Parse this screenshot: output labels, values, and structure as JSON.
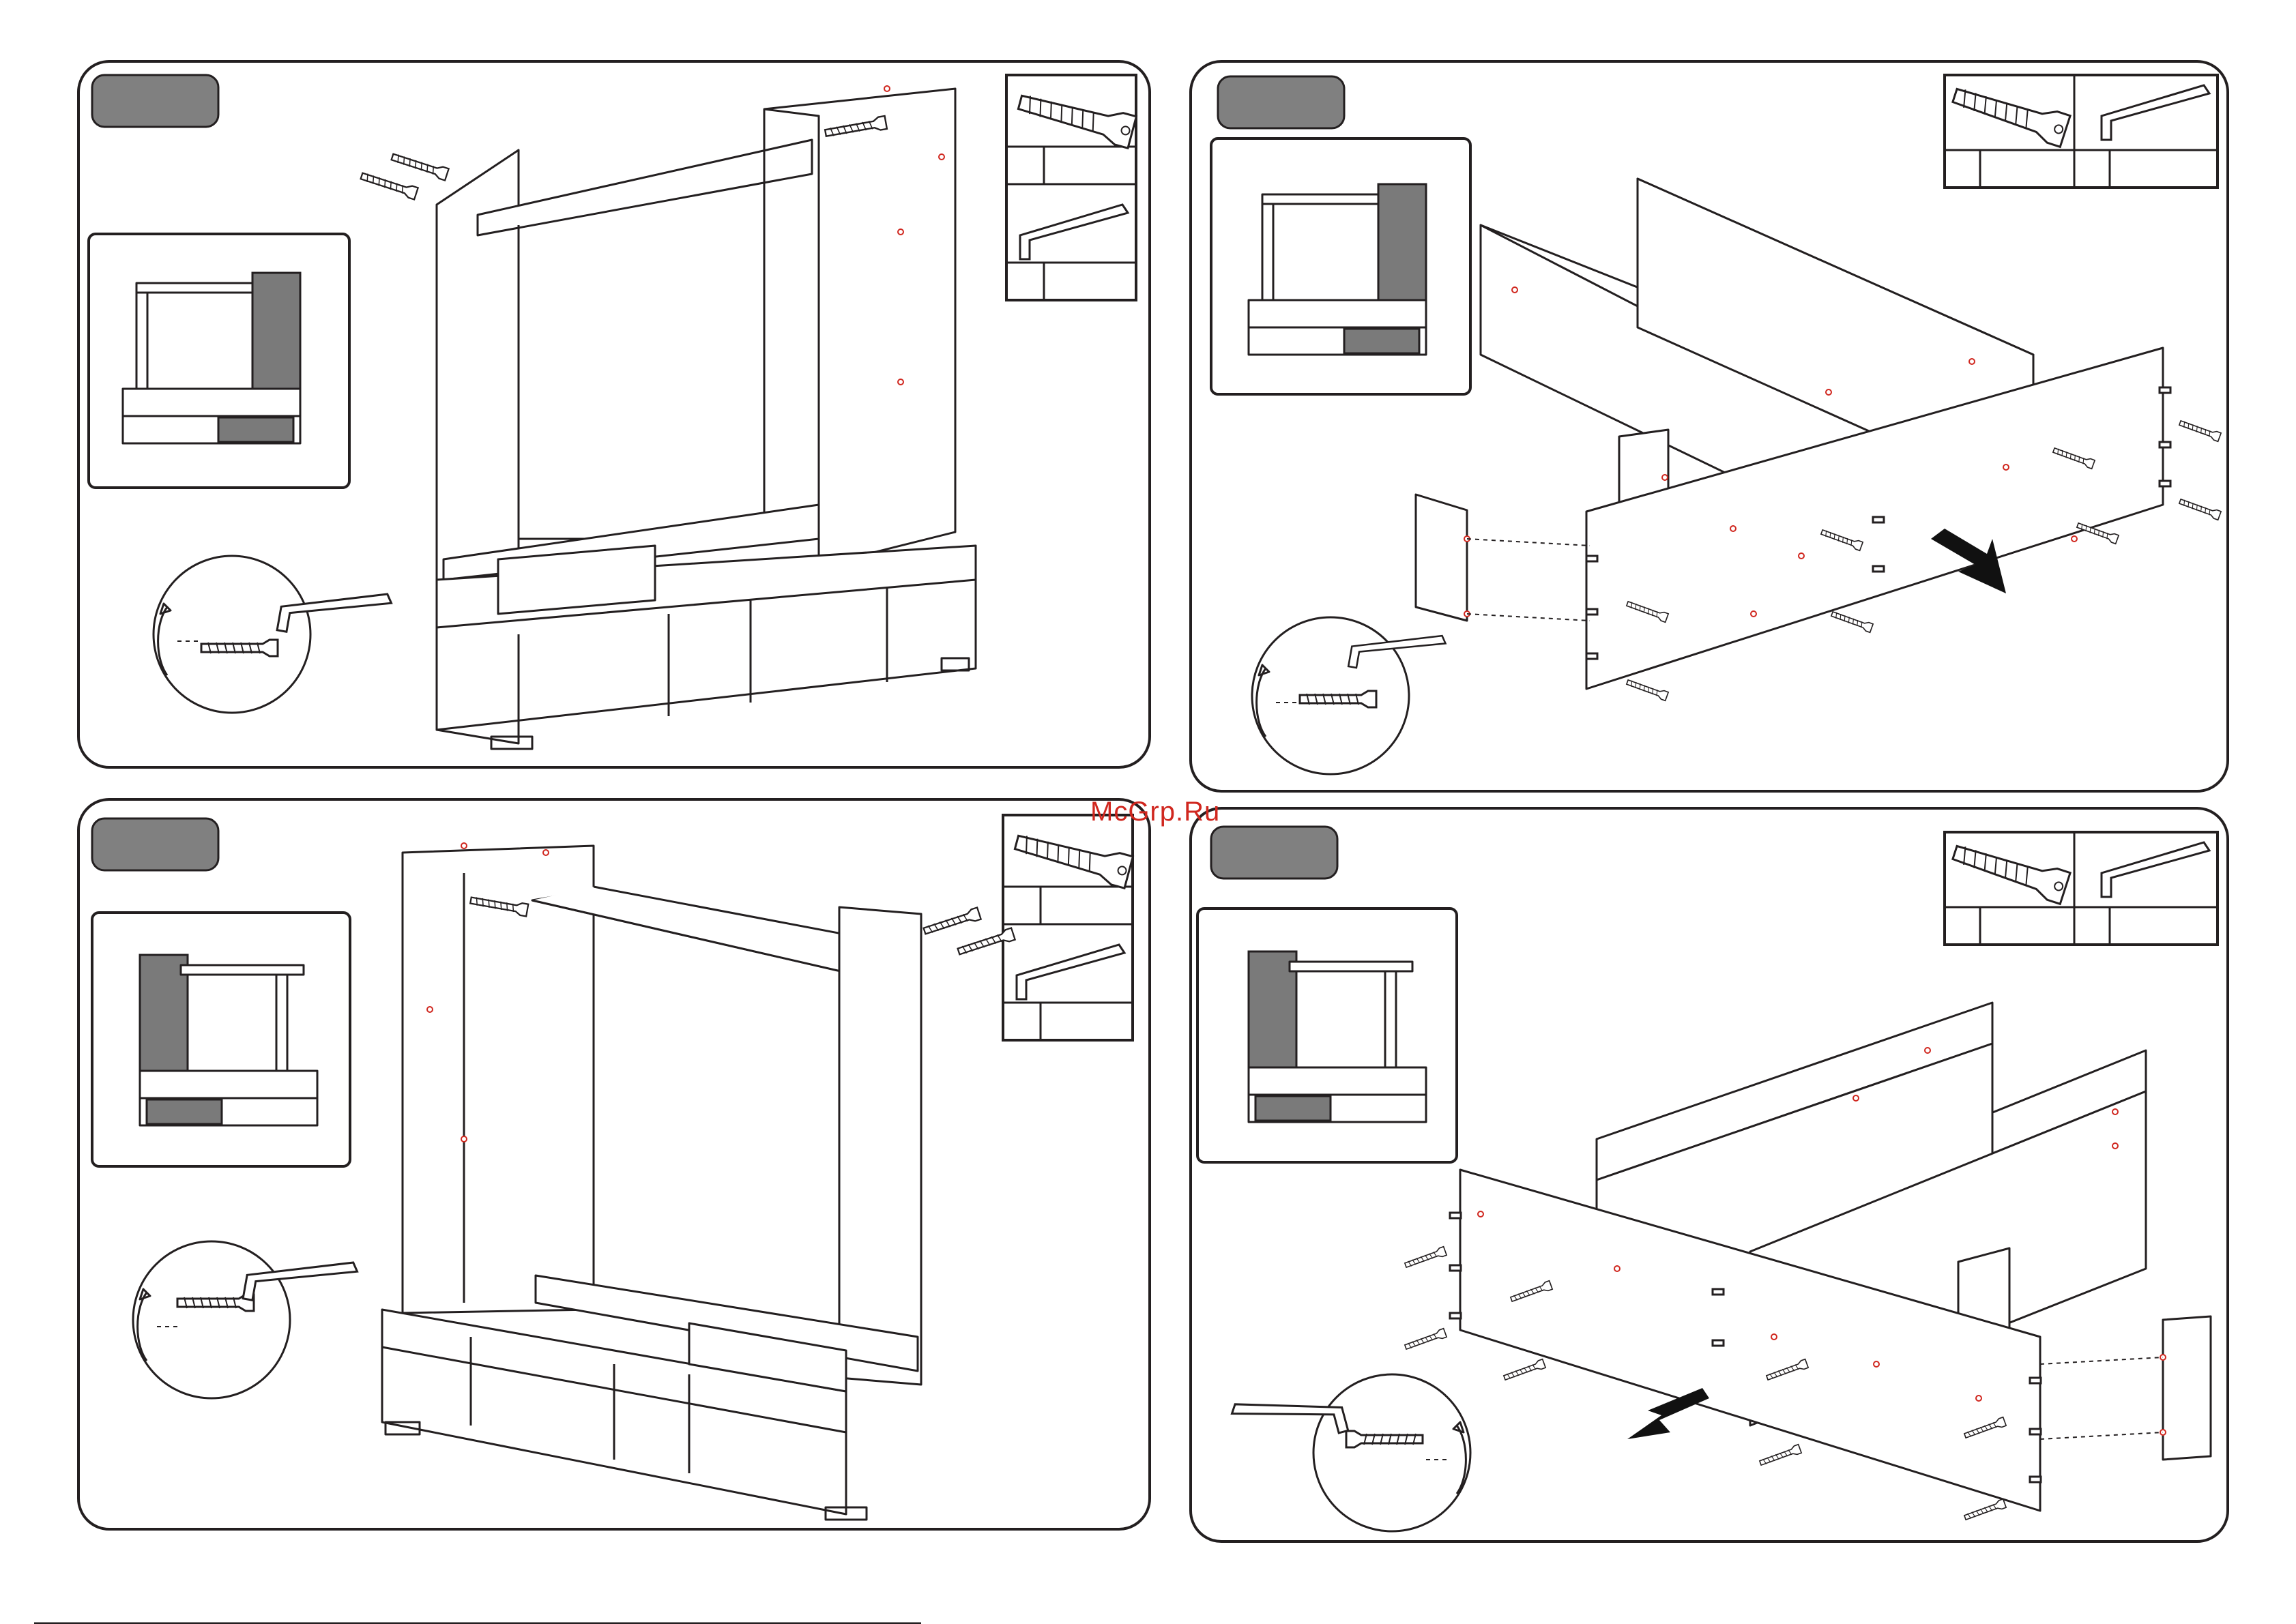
{
  "watermark": "McGrp.Ru",
  "steps": [
    {
      "id": "step-1",
      "badge": ""
    },
    {
      "id": "step-2",
      "badge": ""
    },
    {
      "id": "step-3",
      "badge": ""
    },
    {
      "id": "step-4",
      "badge": ""
    }
  ],
  "icons": [
    "confirmat-screw-icon",
    "hex-key-icon",
    "rotate-arrow-icon",
    "push-arrow-icon"
  ],
  "colors": {
    "line": "#231f20",
    "panel-grey": "#808080",
    "hole-red": "#d0271f"
  }
}
